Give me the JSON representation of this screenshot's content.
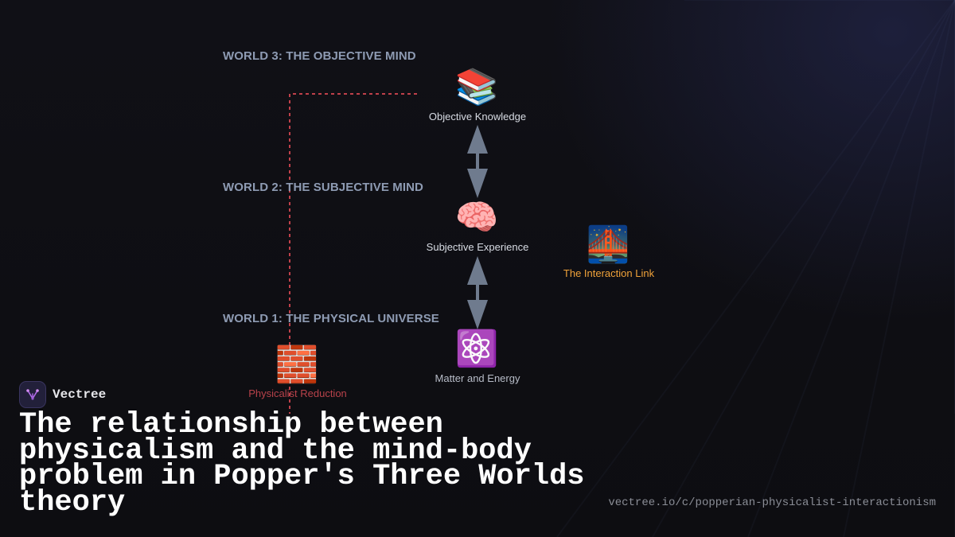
{
  "worlds": {
    "world3": "WORLD 3: THE OBJECTIVE MIND",
    "world2": "WORLD 2: THE SUBJECTIVE MIND",
    "world1": "WORLD 1: THE PHYSICAL UNIVERSE"
  },
  "nodes": {
    "objective_knowledge": {
      "icon": "books-icon",
      "emoji": "📚",
      "label": "Objective Knowledge"
    },
    "subjective_experience": {
      "icon": "brain-icon",
      "emoji": "🧠",
      "label": "Subjective Experience"
    },
    "matter_energy": {
      "icon": "atom-icon",
      "emoji": "⚛️",
      "label": "Matter and Energy"
    },
    "interaction_link": {
      "icon": "bridge-icon",
      "emoji": "🌉",
      "label": "The Interaction Link"
    },
    "physicalist_reduction": {
      "icon": "brick-icon",
      "emoji": "🧱",
      "label": "Physicalist Reduction"
    }
  },
  "colors": {
    "background": "#0e0e12",
    "world_label": "#8e9bb3",
    "arrow": "#6f7b8e",
    "reduction": "#c0404a",
    "interaction": "#f0a23a",
    "title": "#ffffff",
    "url": "#8a8d96"
  },
  "brand": {
    "name": "Vectree",
    "logo_icon": "vectree-logo-icon"
  },
  "title": "The relationship between physicalism and the mind-body problem in Popper's Three Worlds theory",
  "url": "vectree.io/c/popperian-physicalist-interactionism"
}
